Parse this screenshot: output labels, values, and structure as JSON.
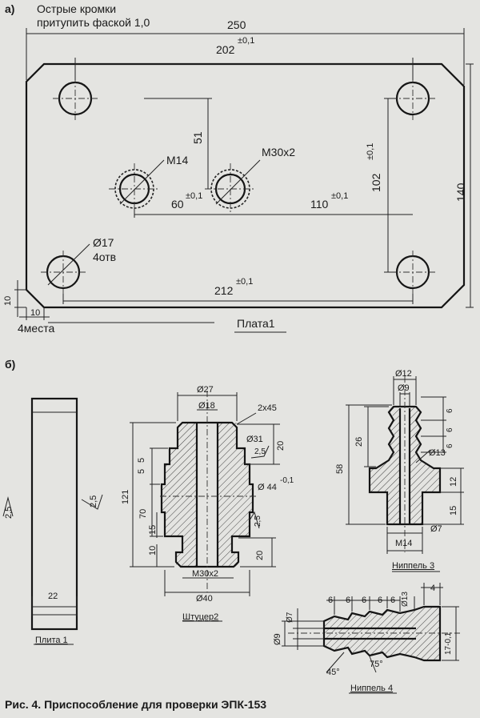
{
  "label_a": "а)",
  "note_line1": "Острые кромки",
  "note_line2": "притупить фаской 1,0",
  "plate_width": "250",
  "dim_202": "202",
  "tol_01": "±0,1",
  "dim_51": "51",
  "thread_m14": "M14",
  "thread_m30x2": "M30x2",
  "dim_60": "60",
  "dim_110": "110",
  "dim_102": "102",
  "plate_height": "140",
  "hole_dia": "Ø17",
  "hole_count": "4отв",
  "dim_212": "212",
  "chamfer_10": "10",
  "places": "4места",
  "plate1_caption": "Плата1",
  "label_b": "б)",
  "rough_25": "2,5",
  "dim_22": "22",
  "plita1_caption": "Плита 1",
  "dia_27": "Ø27",
  "dia_18": "Ø18",
  "chamfer_2x45": "2х45",
  "dia_31": "Ø31",
  "dim_20": "20",
  "dia_44": "Ø 44",
  "tol_44": "-0,1",
  "dim_121": "121",
  "dim_5": "5",
  "dim_70": "70",
  "dim_15": "15",
  "dim_10": "10",
  "thread_m30x2_lower": "M30x2",
  "dia_40": "Ø40",
  "shtucer_caption": "Штуцер2",
  "dia_12": "Ø12",
  "dia_9": "Ø9",
  "dim_6": "6",
  "dim_26": "26",
  "dim_58": "58",
  "dia_13": "Ø13",
  "dim_12": "12",
  "dia_7": "Ø7",
  "thread_m14_lower": "M14",
  "nipple3_caption": "Ниппель 3",
  "dim_4": "4",
  "tol_17": "17-0,1",
  "angle_45": "45°",
  "angle_75": "75°",
  "nipple4_caption": "Ниппель 4",
  "figure_caption": "Рис. 4. Приспособление для проверки ЭПК-153"
}
